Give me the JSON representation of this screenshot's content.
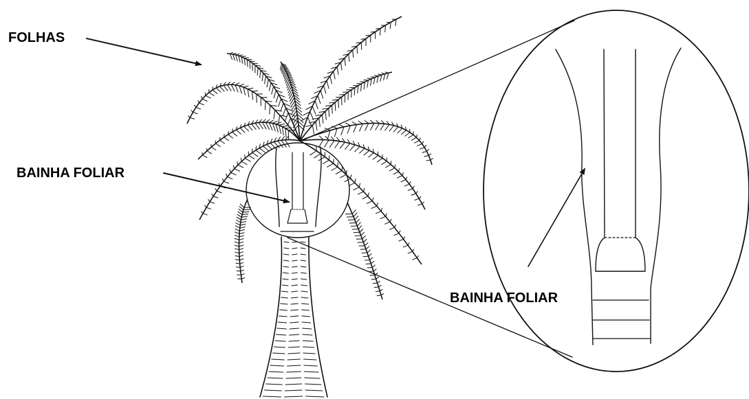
{
  "labels": {
    "folhas": "FOLHAS",
    "bainha_foliar_left": "BAINHA FOLIAR",
    "bainha_foliar_zoom": "BAINHA FOLIAR"
  }
}
